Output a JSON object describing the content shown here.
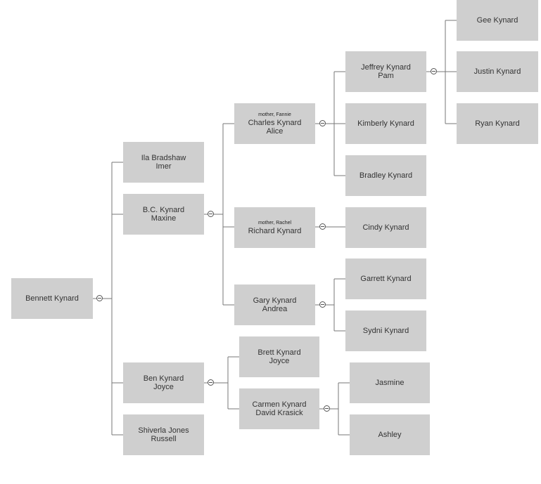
{
  "people": {
    "bennett": {
      "line1": "Bennett Kynard"
    },
    "ila": {
      "line1": "Ila Bradshaw",
      "line2": "Imer"
    },
    "bc": {
      "line1": "B.C. Kynard",
      "line2": "Maxine"
    },
    "ben": {
      "line1": "Ben Kynard",
      "line2": "Joyce"
    },
    "shiverla": {
      "line1": "Shiverla Jones",
      "line2": "Russell"
    },
    "charles": {
      "note": "mother, Fannie",
      "line1": "Charles Kynard",
      "line2": "Alice"
    },
    "richard": {
      "note": "mother, Rachel",
      "line1": "Richard Kynard"
    },
    "gary": {
      "line1": "Gary Kynard",
      "line2": "Andrea"
    },
    "brett": {
      "line1": "Brett Kynard",
      "line2": "Joyce"
    },
    "carmen": {
      "line1": "Carmen Kynard",
      "line2": "David Krasick"
    },
    "jeffrey": {
      "line1": "Jeffrey Kynard",
      "line2": "Pam"
    },
    "kimberly": {
      "line1": "Kimberly Kynard"
    },
    "bradley": {
      "line1": "Bradley Kynard"
    },
    "cindy": {
      "line1": "Cindy Kynard"
    },
    "garrett": {
      "line1": "Garrett Kynard"
    },
    "sydni": {
      "line1": "Sydni Kynard"
    },
    "jasmine": {
      "line1": "Jasmine"
    },
    "ashley": {
      "line1": "Ashley"
    },
    "gee": {
      "line1": "Gee Kynard"
    },
    "justin": {
      "line1": "Justin Kynard"
    },
    "ryan": {
      "line1": "Ryan Kynard"
    }
  },
  "colors": {
    "node_fill": "#cfcfcf",
    "connector": "#777777",
    "text": "#333333"
  }
}
